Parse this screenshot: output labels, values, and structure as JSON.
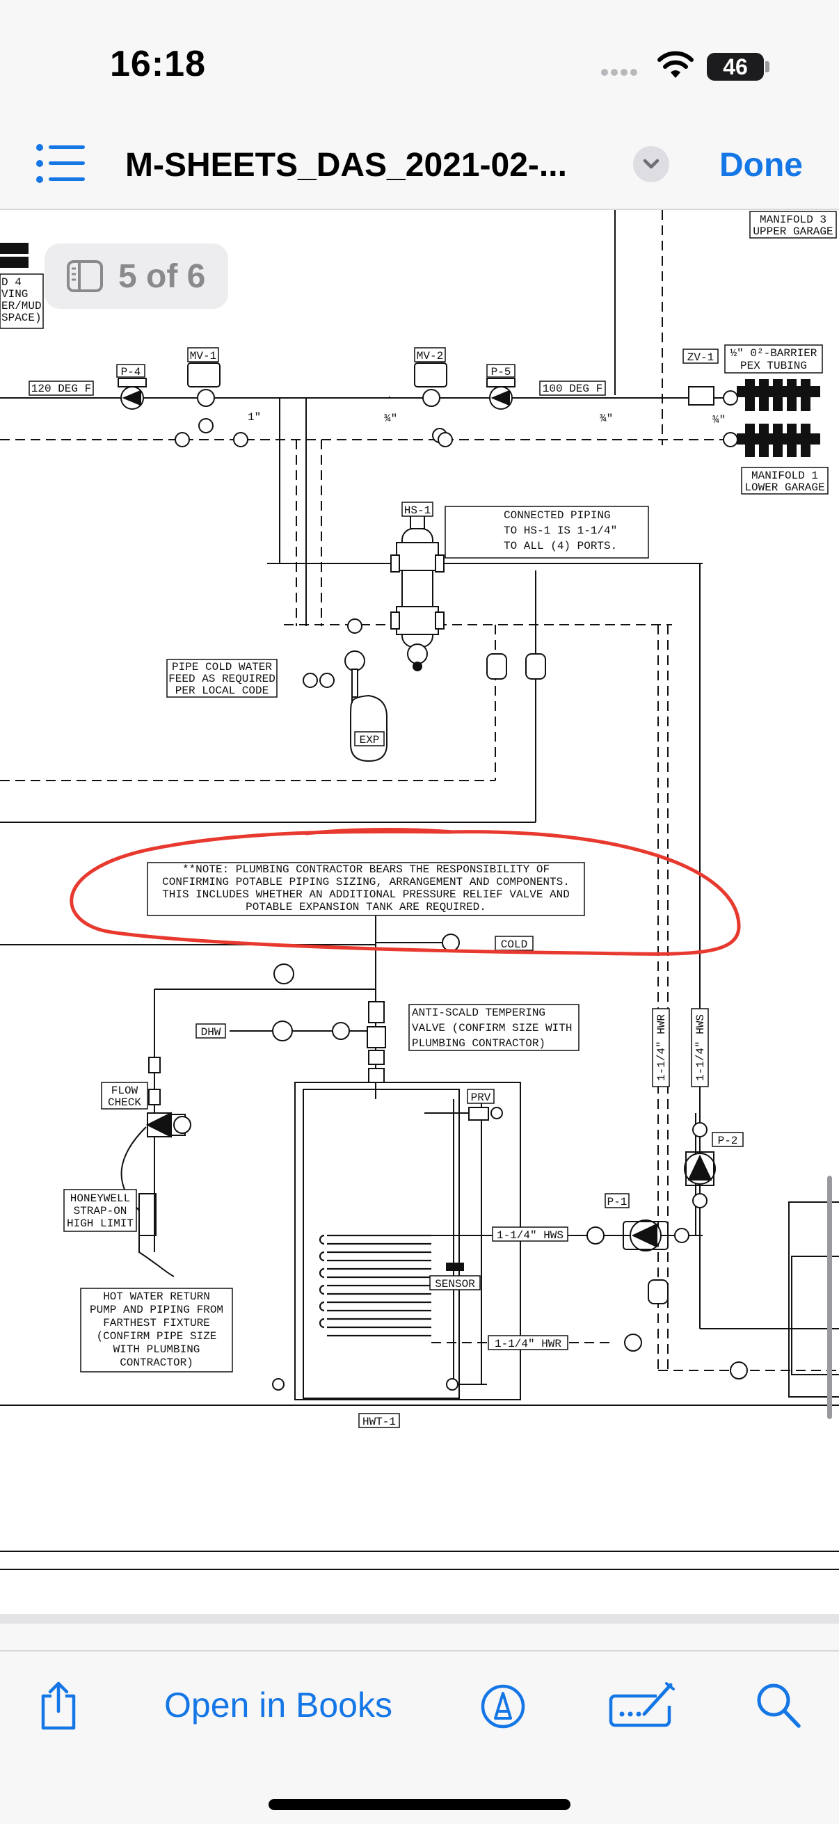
{
  "status": {
    "time": "16:18",
    "battery": "46"
  },
  "nav": {
    "title": "M-SHEETS_DAS_2021-02-...",
    "done": "Done"
  },
  "page_indicator": "5 of 6",
  "drawing": {
    "labels": {
      "manifold3": [
        "MANIFOLD 3",
        "UPPER GARAGE"
      ],
      "manifold1": [
        "MANIFOLD 1",
        "LOWER GARAGE"
      ],
      "manifold4": [
        "D 4",
        "VING",
        "ER/MUD",
        "SPACE)"
      ],
      "mv1": "MV-1",
      "mv2": "MV-2",
      "p4": "P-4",
      "p5": "P-5",
      "zv1": "ZV-1",
      "temp1": "120 DEG F",
      "temp2": "100 DEG F",
      "barrier": [
        "½\" 0²-BARRIER",
        "PEX TUBING"
      ],
      "pipe_1in": "1\"",
      "pipe_34a": "¾\"",
      "pipe_34b": "¾\"",
      "pipe_34c": "¾\"",
      "hs1": "HS-1",
      "hs_note": [
        "CONNECTED PIPING",
        "TO HS-1 IS 1-1/4\"",
        "TO ALL (4) PORTS."
      ],
      "cold_feed": [
        "PIPE COLD WATER",
        "FEED AS REQUIRED",
        "PER LOCAL CODE"
      ],
      "exp": "EXP",
      "plumbing_note": [
        "**NOTE: PLUMBING CONTRACTOR BEARS THE RESPONSIBILITY OF",
        "CONFIRMING POTABLE PIPING SIZING, ARRANGEMENT AND COMPONENTS.",
        "THIS INCLUDES WHETHER AN ADDITIONAL PRESSURE RELIEF VALVE AND",
        "POTABLE EXPANSION TANK ARE REQUIRED."
      ],
      "cold": "COLD",
      "anti_scald": [
        "ANTI-SCALD TEMPERING",
        "VALVE (CONFIRM SIZE WITH",
        "PLUMBING CONTRACTOR)"
      ],
      "dhw": "DHW",
      "flow_check": [
        "FLOW",
        "CHECK"
      ],
      "honeywell": [
        "HONEYWELL",
        "STRAP-ON",
        "HIGH LIMIT"
      ],
      "hot_water_return": [
        "HOT WATER RETURN",
        "PUMP AND PIPING FROM",
        "FARTHEST FIXTURE",
        "(CONFIRM PIPE SIZE",
        "WITH PLUMBING",
        "CONTRACTOR)"
      ],
      "prv": "PRV",
      "sensor": "SENSOR",
      "hws": "1-1/4\" HWS",
      "hwr": "1-1/4\" HWR",
      "hwr_vert": "1-1/4\" HWR",
      "hws_vert": "1-1/4\" HWS",
      "p1": "P-1",
      "p2": "P-2",
      "hwt1": "HWT-1"
    }
  },
  "toolbar": {
    "open_in_books": "Open in Books"
  }
}
